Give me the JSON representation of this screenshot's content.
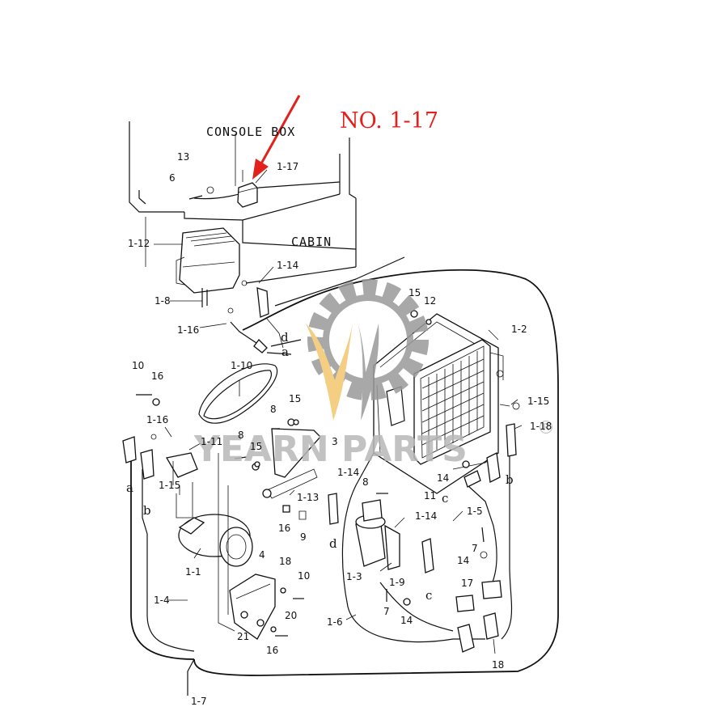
{
  "callout": {
    "text": "NO. 1-17",
    "color": "#e3211c"
  },
  "watermark": {
    "text": "YEARN PARTS",
    "registered": "®",
    "gear_color": "#9a9a9a",
    "flame_color": "#f2c66e"
  },
  "labels": {
    "console_box": "CONSOLE BOX",
    "cabin": "CABIN",
    "l_13_top": "13",
    "l_6_top": "6",
    "l_1_17": "1-17",
    "l_1_12": "1-12",
    "l_1_14_top": "1-14",
    "l_1_8": "1-8",
    "l_1_16_top": "1-16",
    "l_d_top": "d",
    "l_a_top": "a",
    "l_15_top": "15",
    "l_12": "12",
    "l_1_2": "1-2",
    "l_1_10": "1-10",
    "l_10_left": "10",
    "l_16_left": "16",
    "l_1_16_left": "1-16",
    "l_1_11": "1-11",
    "l_1_15_left": "1-15",
    "l_a_left": "a",
    "l_b_left": "b",
    "l_8_mid": "8",
    "l_15_mid": "15",
    "l_8_b": "8",
    "l_15_b": "15",
    "l_3": "3",
    "l_1_13": "1-13",
    "l_16_mid": "16",
    "l_9": "9",
    "l_1_14_mid": "1-14",
    "l_8_c": "8",
    "l_d_mid": "d",
    "l_1_14_right": "1-14",
    "l_1_3": "1-3",
    "l_1_9": "1-9",
    "l_7_mid": "7",
    "l_14_mid": "14",
    "l_c_mid": "c",
    "l_1_15_right": "1-15",
    "l_1_18": "1-18",
    "l_b_right": "b",
    "l_14_right": "14",
    "l_11": "11",
    "l_c_right": "c",
    "l_1_5": "1-5",
    "l_7_right": "7",
    "l_14_lower": "14",
    "l_17": "17",
    "l_18": "18",
    "l_1_1": "1-1",
    "l_4": "4",
    "l_18_mid": "18",
    "l_10_mid": "10",
    "l_1_4": "1-4",
    "l_20": "20",
    "l_21": "21",
    "l_16_bottom": "16",
    "l_1_6": "1-6",
    "l_1_7": "1-7"
  }
}
